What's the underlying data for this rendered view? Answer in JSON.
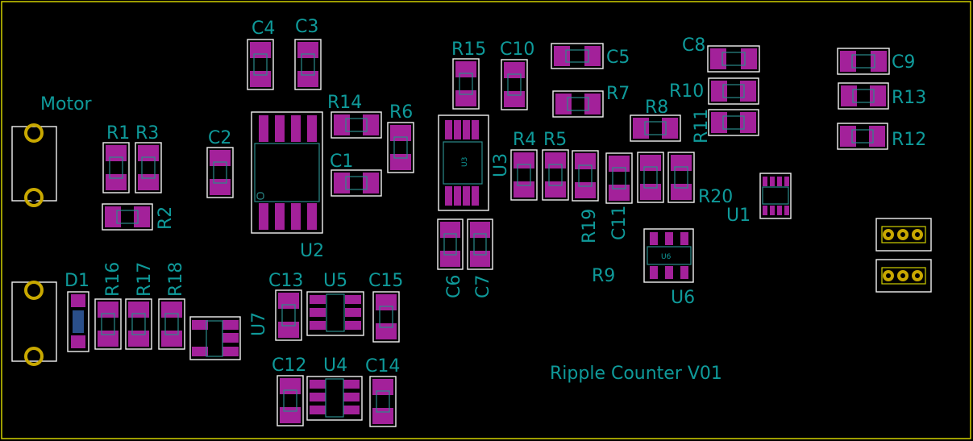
{
  "board": {
    "title": "Ripple Counter V01",
    "colors": {
      "background": "#000000",
      "edge": "#d0d000",
      "pad": "#a3219a",
      "text": "#0f9a9a",
      "silkscreen": "#f2f2f2",
      "ring": "#c8a800"
    }
  },
  "connectors": {
    "motor_label": "Motor"
  },
  "labels": {
    "C1": "C1",
    "C2": "C2",
    "C3": "C3",
    "C4": "C4",
    "C5": "C5",
    "C6": "C6",
    "C7": "C7",
    "C8": "C8",
    "C9": "C9",
    "C10": "C10",
    "C11": "C11",
    "C12": "C12",
    "C13": "C13",
    "C14": "C14",
    "C15": "C15",
    "D1": "D1",
    "R1": "R1",
    "R2": "R2",
    "R3": "R3",
    "R4": "R4",
    "R5": "R5",
    "R6": "R6",
    "R7": "R7",
    "R8": "R8",
    "R9": "R9",
    "R10": "R10",
    "R11": "R11",
    "R12": "R12",
    "R13": "R13",
    "R14": "R14",
    "R15": "R15",
    "R16": "R16",
    "R17": "R17",
    "R18": "R18",
    "R19": "R19",
    "R20": "R20",
    "U1": "U1",
    "U2": "U2",
    "U3": "U3",
    "U4": "U4",
    "U5": "U5",
    "U6": "U6",
    "U7": "U7"
  }
}
